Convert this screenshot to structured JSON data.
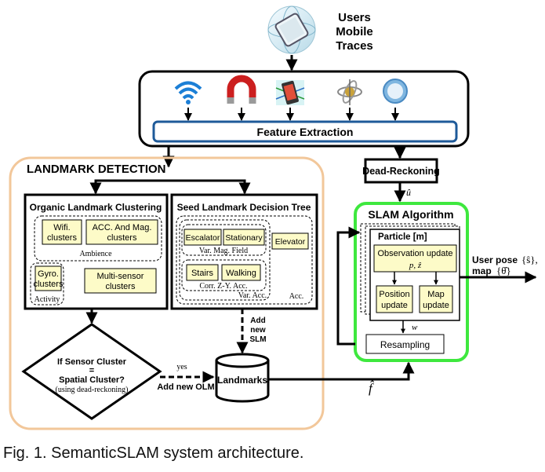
{
  "source": {
    "title_lines": [
      "Users",
      "Mobile",
      "Traces"
    ]
  },
  "feature_extraction": "Feature Extraction",
  "landmark_detection": {
    "title": "LANDMARK DETECTION",
    "organic": {
      "title": "Organic Landmark Clustering",
      "wifi": [
        "Wifi.",
        "clusters"
      ],
      "acc_mag": [
        "ACC. And Mag.",
        "clusters"
      ],
      "ambience": "Ambience",
      "gyro": [
        "Gyro.",
        "clusters"
      ],
      "activity": "Activity",
      "multi": [
        "Multi-sensor",
        "clusters"
      ]
    },
    "seed": {
      "title": "Seed Landmark Decision Tree",
      "escalator": "Escalator",
      "stationary": "Stationary",
      "var_mag": "Var. Mag. Field",
      "elevator": "Elevator",
      "stairs": "Stairs",
      "walking": "Walking",
      "corr": "Corr. Z-Y. Acc.",
      "var_acc": "Var. Acc.",
      "acc": "Acc."
    },
    "decision": [
      "If Sensor Cluster",
      "=",
      "Spatial Cluster?",
      "(using dead-reckoning)"
    ],
    "yes": "yes",
    "add_olm": "Add new OLM",
    "add_slm": [
      "Add",
      "new",
      "SLM"
    ],
    "landmarks": "Landmarks"
  },
  "dead_reckoning": "Dead-Reckoning",
  "u_hat": "û",
  "f_hat": "f̂",
  "slam": {
    "title": "SLAM Algorithm",
    "particle": "Particle [m]",
    "obs_update": [
      "Observation update",
      "p, ẑ"
    ],
    "position_update": [
      "Position",
      "update"
    ],
    "map_update": [
      "Map",
      "update"
    ],
    "w": "w",
    "resampling": "Resampling"
  },
  "output": {
    "user_pose": "User pose",
    "s_hat": "{ŝ},",
    "map": "map",
    "theta_hat": "{θ̂}"
  },
  "icons": [
    "wifi-icon",
    "magnet-icon",
    "accelerometer-phone-icon",
    "gyroscope-icon",
    "compass-icon"
  ],
  "colors": {
    "accent_blue": "#1e5a99",
    "cluster_fill": "#fdfbc8",
    "landmark_outline": "#f2c79a",
    "slam_green": "#3ee83e",
    "icon_bg": "#d8f3f4"
  },
  "caption": "Fig. 1. SemanticSLAM system architecture."
}
